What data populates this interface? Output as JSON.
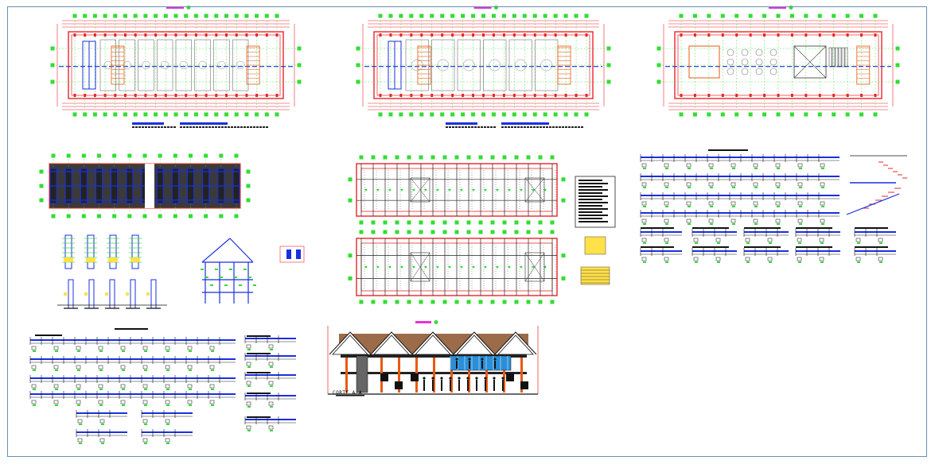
{
  "sheet": {
    "section_label": "CORTE A-A"
  },
  "colors": {
    "wall_red": "#e8262a",
    "axis_green": "#33dd33",
    "dim_blue": "#1a2fe0",
    "title_magenta": "#e830d8",
    "stair_orange": "#e85a10",
    "roof_brown": "#9b6b4a",
    "glass_blue": "#2a8fd8",
    "note_yellow": "#ffe14a",
    "ink_black": "#111111",
    "border_blue": "#6a8fb0"
  },
  "views": [
    {
      "id": "ground-floor-plan",
      "kind": "floor-plan"
    },
    {
      "id": "first-floor-plan",
      "kind": "floor-plan"
    },
    {
      "id": "roof-floor-plan",
      "kind": "floor-plan"
    },
    {
      "id": "foundation-plan",
      "kind": "structural-plan"
    },
    {
      "id": "slab-plan-upper",
      "kind": "structural-plan"
    },
    {
      "id": "slab-plan-lower",
      "kind": "structural-plan"
    },
    {
      "id": "column-details",
      "kind": "detail"
    },
    {
      "id": "frame-elevation",
      "kind": "detail"
    },
    {
      "id": "beam-schedule-left",
      "kind": "schedule"
    },
    {
      "id": "beam-schedule-right",
      "kind": "schedule"
    },
    {
      "id": "notes-box",
      "kind": "notes"
    },
    {
      "id": "section-a-a",
      "kind": "section"
    }
  ]
}
